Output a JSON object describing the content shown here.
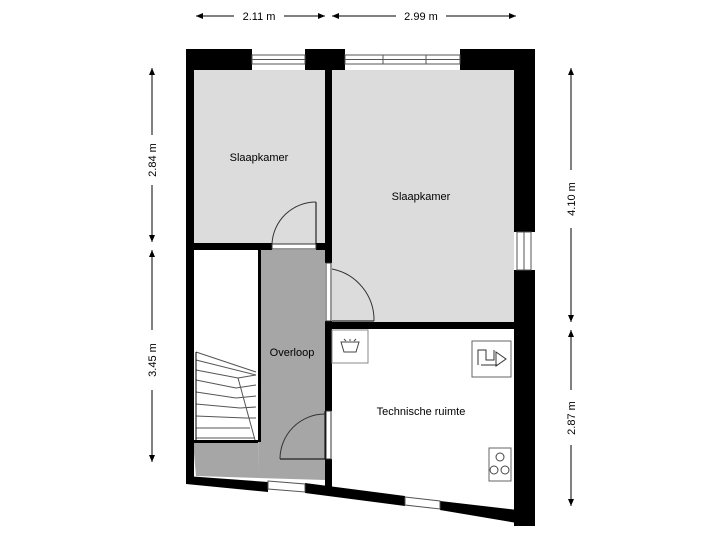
{
  "plan": {
    "rooms": {
      "bedroom_left": "Slaapkamer",
      "bedroom_right": "Slaapkamer",
      "landing": "Overloop",
      "technical_room": "Technische ruimte"
    },
    "dimensions": {
      "top_left": "2.11 m",
      "top_right": "2.99 m",
      "left_upper": "2.84 m",
      "left_lower": "3.45 m",
      "right_upper": "4.10 m",
      "right_lower": "2.87 m"
    },
    "colors": {
      "wall": "#000000",
      "room_fill": "#dcdcdc",
      "landing_fill": "#a6a6a6",
      "technical_fill": "#ffffff"
    },
    "icons": [
      "laundry-sink-icon",
      "boiler-icon",
      "stove-icon",
      "staircase-icon"
    ]
  }
}
